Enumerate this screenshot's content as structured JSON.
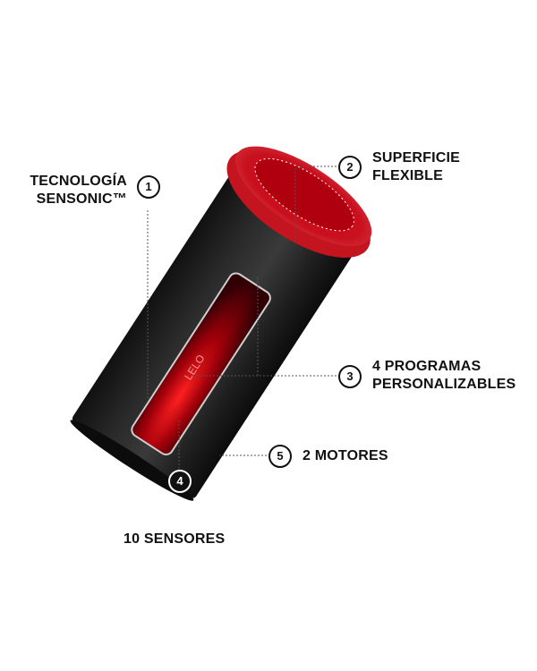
{
  "callouts": [
    {
      "number": "1",
      "label_lines": [
        "TECNOLOGÍA",
        "SENSONIC™"
      ]
    },
    {
      "number": "2",
      "label_lines": [
        "SUPERFICIE",
        "FLEXIBLE"
      ]
    },
    {
      "number": "3",
      "label_lines": [
        "4 PROGRAMAS",
        "PERSONALIZABLES"
      ]
    },
    {
      "number": "4",
      "label_lines": [
        "10 SENSORES"
      ]
    },
    {
      "number": "5",
      "label_lines": [
        "2 MOTORES"
      ]
    }
  ],
  "product": {
    "brand_mark": "LELO"
  },
  "colors": {
    "body": "#1c1c1c",
    "accent_red": "#d41e2a",
    "inner_red": "#b0000c"
  }
}
